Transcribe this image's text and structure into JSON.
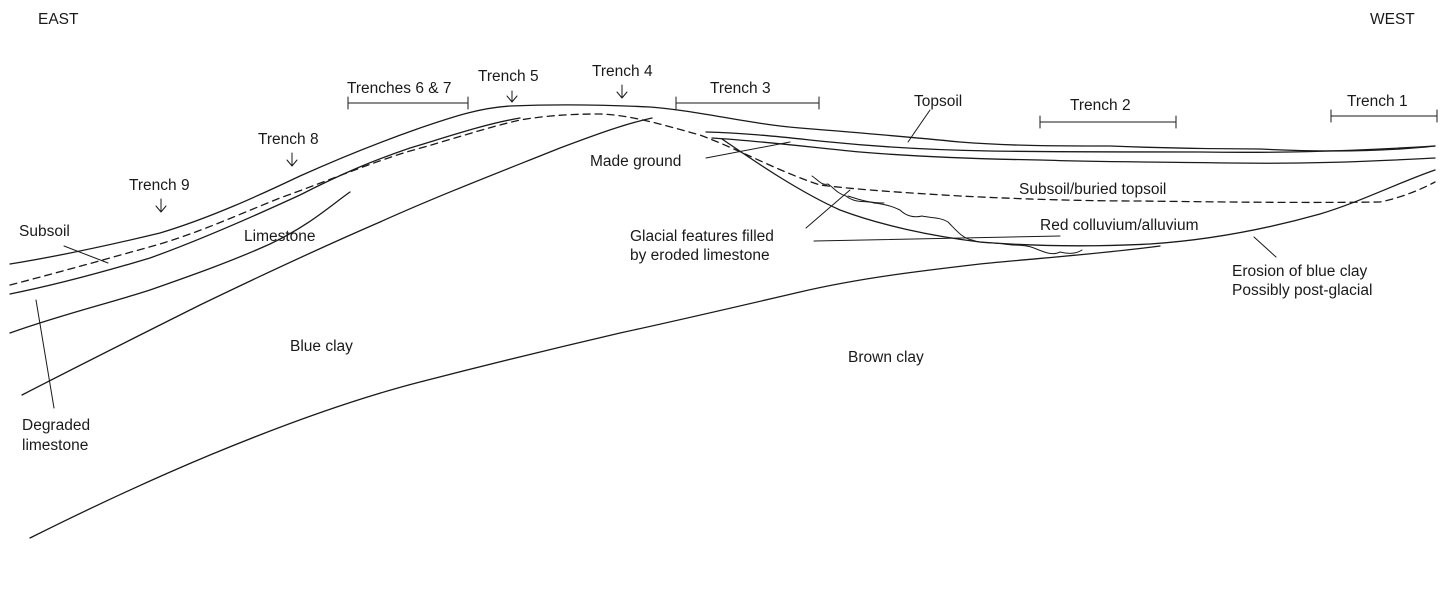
{
  "orientation": {
    "left": "EAST",
    "right": "WEST"
  },
  "trenches": {
    "t1": "Trench 1",
    "t2": "Trench 2",
    "t3": "Trench 3",
    "t4": "Trench 4",
    "t5": "Trench 5",
    "t67": "Trenches 6 & 7",
    "t8": "Trench 8",
    "t9": "Trench 9"
  },
  "layers": {
    "topsoil": "Topsoil",
    "made_ground": "Made ground",
    "subsoil_buried_topsoil": "Subsoil/buried topsoil",
    "red_colluvium": "Red colluvium/alluvium",
    "subsoil": "Subsoil",
    "limestone": "Limestone",
    "blue_clay": "Blue clay",
    "brown_clay": "Brown clay",
    "degraded_limestone": [
      "Degraded",
      "limestone"
    ]
  },
  "annotations": {
    "glacial_features": [
      "Glacial features filled",
      "by eroded limestone"
    ],
    "erosion": [
      "Erosion of blue clay",
      "Possibly post-glacial"
    ]
  }
}
